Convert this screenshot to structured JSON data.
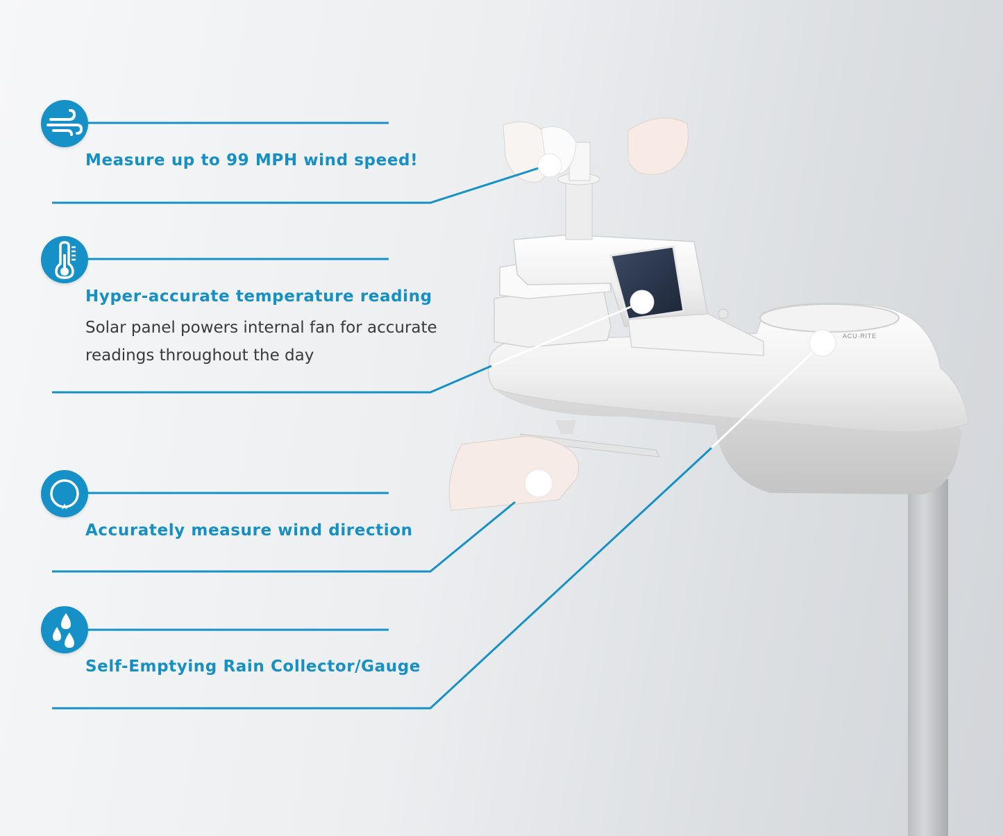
{
  "accent_color": "#1591c8",
  "features": [
    {
      "icon": "wind-icon",
      "title": "Measure up to 99 MPH wind speed!",
      "description": ""
    },
    {
      "icon": "thermometer-icon",
      "title": "Hyper-accurate temperature reading",
      "description": "Solar panel powers internal fan for accurate readings throughout the day"
    },
    {
      "icon": "wind-direction-icon",
      "title": "Accurately measure wind direction",
      "description": ""
    },
    {
      "icon": "raindrops-icon",
      "title": "Self-Emptying Rain Collector/Gauge",
      "description": ""
    }
  ],
  "product": {
    "brand": "ACU·RITE"
  }
}
